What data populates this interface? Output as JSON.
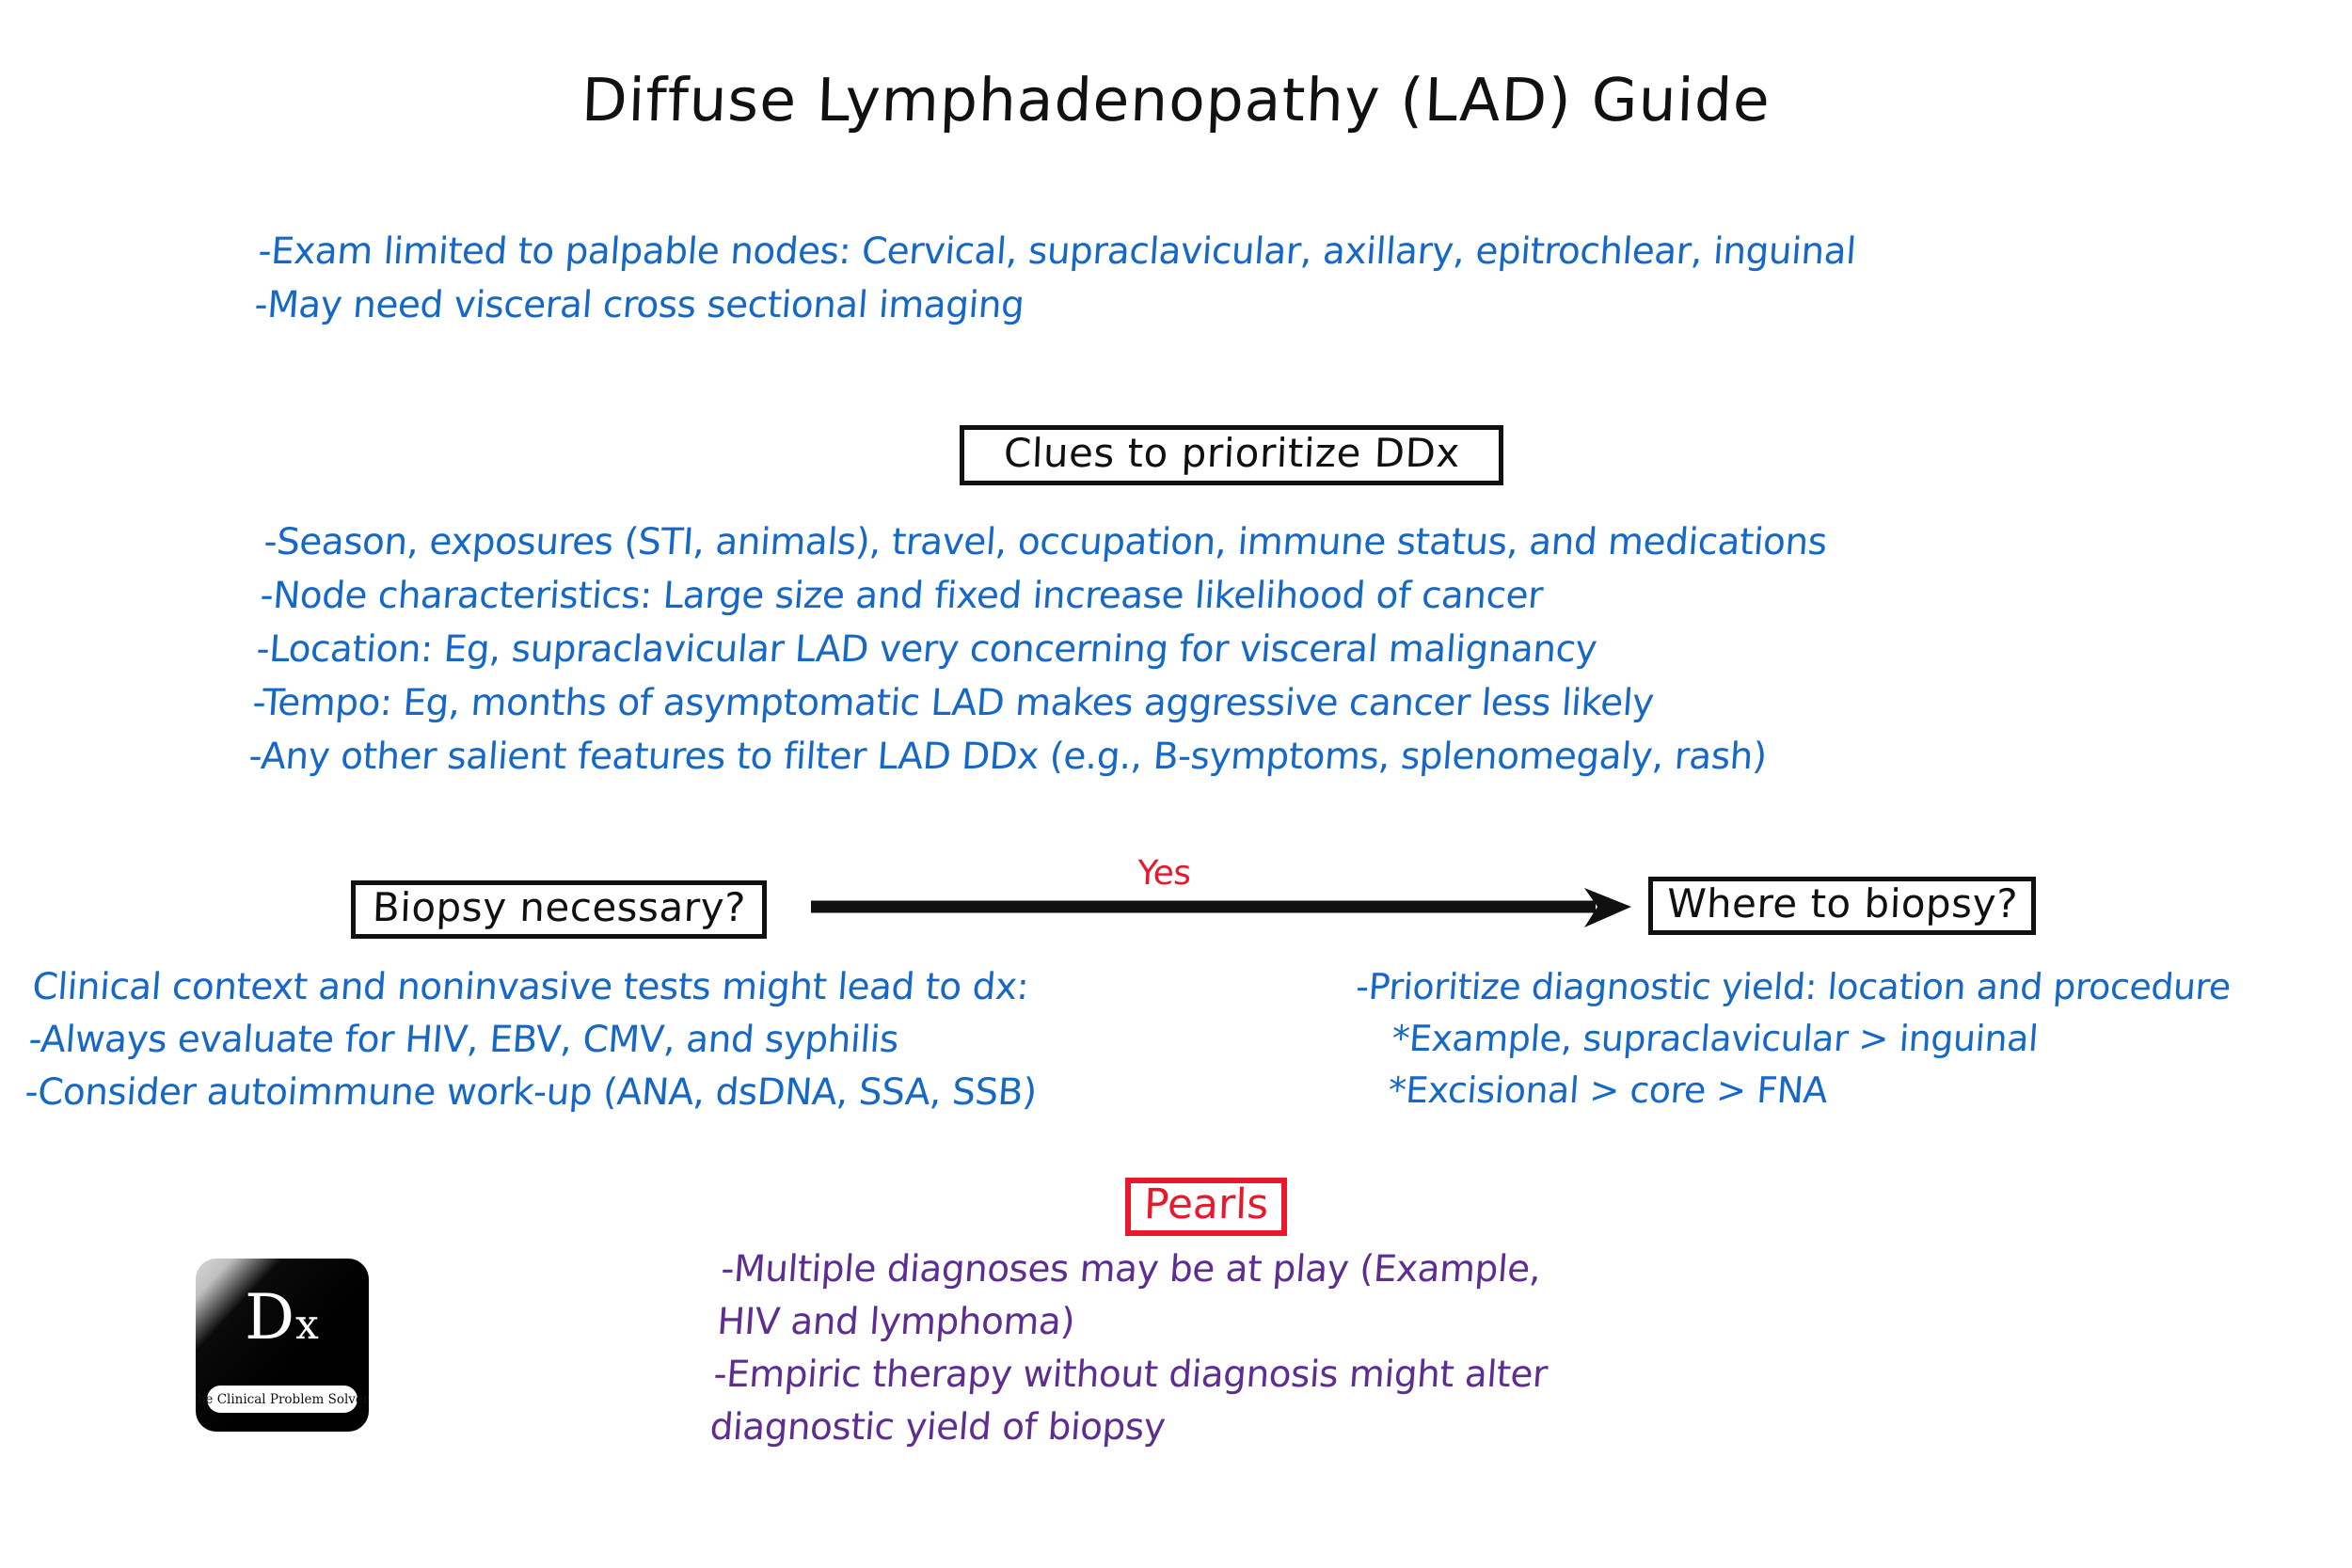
{
  "page": {
    "title": "Diffuse Lymphadenopathy (LAD) Guide",
    "background_color": "#FFFFFF"
  },
  "colors": {
    "blue": "#1668C8",
    "purple": "#5E2D91",
    "red": "#E8192C",
    "black": "#101010"
  },
  "intro": {
    "lines": [
      "-Exam limited to palpable nodes: Cervical, supraclavicular, axillary, epitrochlear, inguinal",
      "-May need visceral cross sectional imaging"
    ]
  },
  "clues_header": {
    "label": "Clues to prioritize DDx"
  },
  "clues": {
    "lines": [
      "-Season, exposures (STI, animals), travel, occupation, immune status, and medications",
      "-Node characteristics: Large size and fixed increase likelihood of cancer",
      "-Location: Eg, supraclavicular LAD very concerning for visceral malignancy",
      "-Tempo: Eg, months of asymptomatic LAD makes aggressive cancer less likely",
      "-Any other salient features to filter LAD DDx (e.g., B-symptoms, splenomegaly, rash)"
    ]
  },
  "flow": {
    "source_label": "Biopsy necessary?",
    "arrow_label": "Yes",
    "target_label": "Where to biopsy?"
  },
  "biopsy_detail": {
    "lines": [
      "Clinical context and noninvasive tests might lead to dx:",
      "-Always evaluate for HIV, EBV, CMV, and syphilis",
      "-Consider autoimmune work-up (ANA, dsDNA, SSA, SSB)"
    ]
  },
  "where_detail": {
    "lines": [
      "-Prioritize diagnostic yield: location and procedure",
      "*Example, supraclavicular > inguinal",
      "*Excisional > core > FNA"
    ]
  },
  "pearls_header": {
    "label": "Pearls"
  },
  "pearls": {
    "lines": [
      "-Multiple diagnoses may be at play (Example,",
      "HIV and lymphoma)",
      "-Empiric therapy without diagnosis might alter",
      "diagnostic yield of biopsy"
    ]
  },
  "logo": {
    "mark": "D",
    "mark_suffix": "x",
    "tagline": "The Clinical Problem Solvers"
  }
}
